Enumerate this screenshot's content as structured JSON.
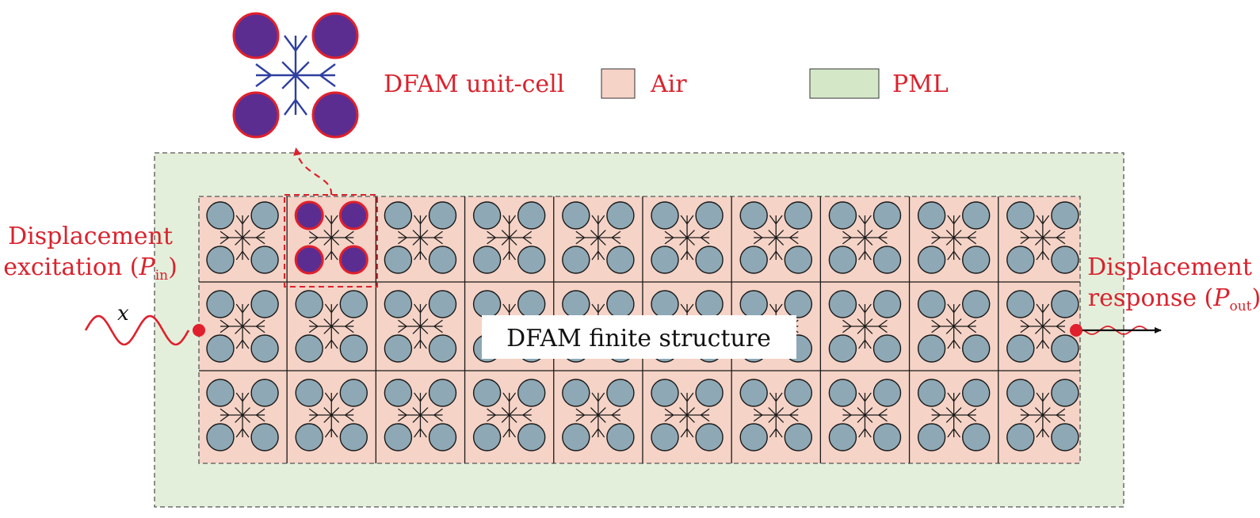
{
  "legend": {
    "unit_cell_label": "DFAM unit-cell",
    "air_label": "Air",
    "pml_label": "PML"
  },
  "input": {
    "line1": "Displacement",
    "line2_prefix": "excitation (",
    "symbol": "P",
    "subscript": "in",
    "suffix": ")",
    "variable": "x"
  },
  "output": {
    "line1": "Displacement",
    "line2_prefix": "response (",
    "symbol": "P",
    "subscript": "out",
    "suffix": ")"
  },
  "structure_label": "DFAM finite structure",
  "grid": {
    "columns": 20,
    "rows": 6
  },
  "colors": {
    "air": "#f5d3c6",
    "pml": "#e4efdb",
    "cell_fill": "#8ea8b5",
    "highlight_fill": "#5b2d91",
    "highlight_stroke": "#e0202c",
    "unit_lines": "#2e3fa0",
    "accent": "#e0202c"
  }
}
